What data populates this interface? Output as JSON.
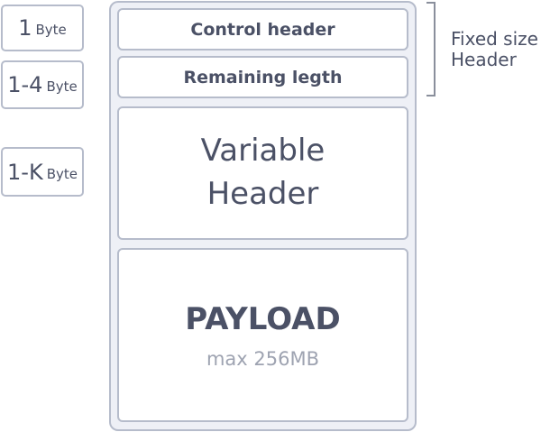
{
  "size_labels": [
    {
      "main": "1",
      "unit": "Byte"
    },
    {
      "main": "1-4",
      "unit": "Byte"
    },
    {
      "main": "1-K",
      "unit": "Byte"
    }
  ],
  "packet": {
    "control_header": "Control header",
    "remaining_length": "Remaining legth",
    "variable_header_line1": "Variable",
    "variable_header_line2": "Header",
    "payload_title": "PAYLOAD",
    "payload_subtitle": "max 256MB"
  },
  "annotation": {
    "fixed_line1": "Fixed size",
    "fixed_line2": "Header"
  }
}
